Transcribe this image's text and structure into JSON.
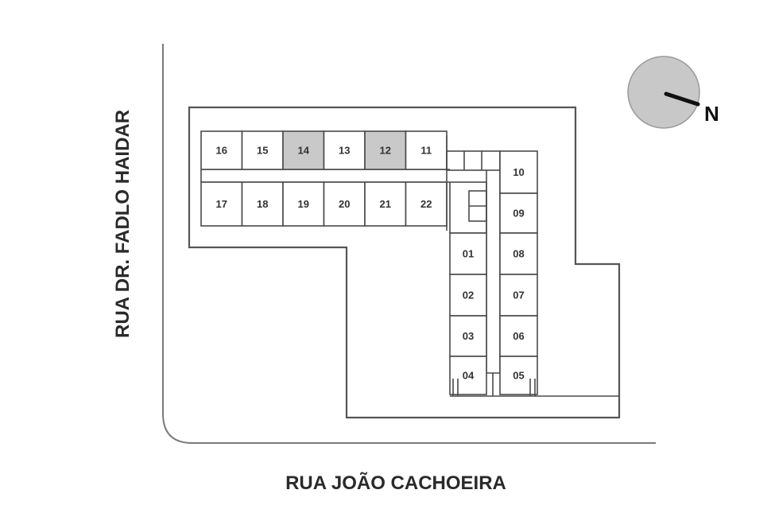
{
  "streets": {
    "left": "RUA DR. FADLO HAIDAR",
    "bottom": "RUA JOÃO CACHOEIRA"
  },
  "compass": {
    "label": "N",
    "fill_color": "#c8c8c8",
    "needle_color": "#111111"
  },
  "colors": {
    "unit_default": "#ffffff",
    "unit_highlighted": "#c9c9c9",
    "line": "#4a4a4a"
  },
  "horizontal_wing": {
    "top_row": [
      {
        "label": "16",
        "highlighted": false
      },
      {
        "label": "15",
        "highlighted": false
      },
      {
        "label": "14",
        "highlighted": true
      },
      {
        "label": "13",
        "highlighted": false
      },
      {
        "label": "12",
        "highlighted": true
      },
      {
        "label": "11",
        "highlighted": false
      }
    ],
    "bottom_row": [
      {
        "label": "17",
        "highlighted": false
      },
      {
        "label": "18",
        "highlighted": false
      },
      {
        "label": "19",
        "highlighted": false
      },
      {
        "label": "20",
        "highlighted": false
      },
      {
        "label": "21",
        "highlighted": false
      },
      {
        "label": "22",
        "highlighted": false
      }
    ]
  },
  "vertical_wing": {
    "left_column": [
      {
        "label": "01",
        "highlighted": false
      },
      {
        "label": "02",
        "highlighted": false
      },
      {
        "label": "03",
        "highlighted": false
      },
      {
        "label": "04",
        "highlighted": false
      }
    ],
    "right_column": [
      {
        "label": "10",
        "highlighted": false
      },
      {
        "label": "09",
        "highlighted": false
      },
      {
        "label": "08",
        "highlighted": false
      },
      {
        "label": "07",
        "highlighted": false
      },
      {
        "label": "06",
        "highlighted": false
      },
      {
        "label": "05",
        "highlighted": false
      }
    ]
  }
}
